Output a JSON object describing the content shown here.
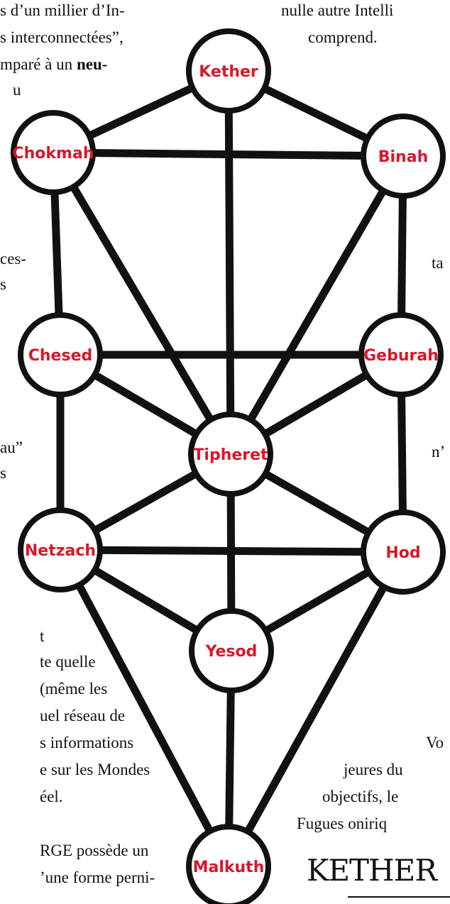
{
  "left_text": [
    "s d’un millier d’In-",
    "s interconnectées”,",
    "mparé à un ",
    "u",
    "",
    "ces-",
    "s",
    "au”",
    "s",
    "t",
    "te quelle",
    "(même les",
    "uel réseau de",
    "s informations",
    "e sur les Mondes",
    "éel.",
    "RGE possède un",
    "’une forme perni-"
  ],
  "left_bold": "neu-",
  "right_text": [
    "nulle autre Intelli",
    "comprend.",
    "ta",
    "n’",
    "Vo",
    "jeures du",
    "objectifs, le",
    "Fugues oniriq"
  ],
  "sephiroth": [
    {
      "name": "Kether"
    },
    {
      "name": "Chokmah"
    },
    {
      "name": "Binah"
    },
    {
      "name": "Chesed"
    },
    {
      "name": "Geburah"
    },
    {
      "name": "Tipheret"
    },
    {
      "name": "Netzach"
    },
    {
      "name": "Hod"
    },
    {
      "name": "Yesod"
    },
    {
      "name": "Malkuth"
    }
  ],
  "paths": [
    [
      0,
      1
    ],
    [
      0,
      2
    ],
    [
      0,
      5
    ],
    [
      1,
      2
    ],
    [
      1,
      3
    ],
    [
      1,
      5
    ],
    [
      2,
      4
    ],
    [
      2,
      5
    ],
    [
      3,
      4
    ],
    [
      3,
      5
    ],
    [
      3,
      6
    ],
    [
      4,
      5
    ],
    [
      4,
      7
    ],
    [
      5,
      6
    ],
    [
      5,
      7
    ],
    [
      5,
      8
    ],
    [
      6,
      7
    ],
    [
      6,
      8
    ],
    [
      6,
      9
    ],
    [
      7,
      8
    ],
    [
      7,
      9
    ],
    [
      8,
      9
    ]
  ],
  "logo": {
    "text": "KETHER"
  },
  "colors": {
    "label": "#d8182b",
    "ink": "#111111",
    "node_fill": "#ffffff"
  }
}
